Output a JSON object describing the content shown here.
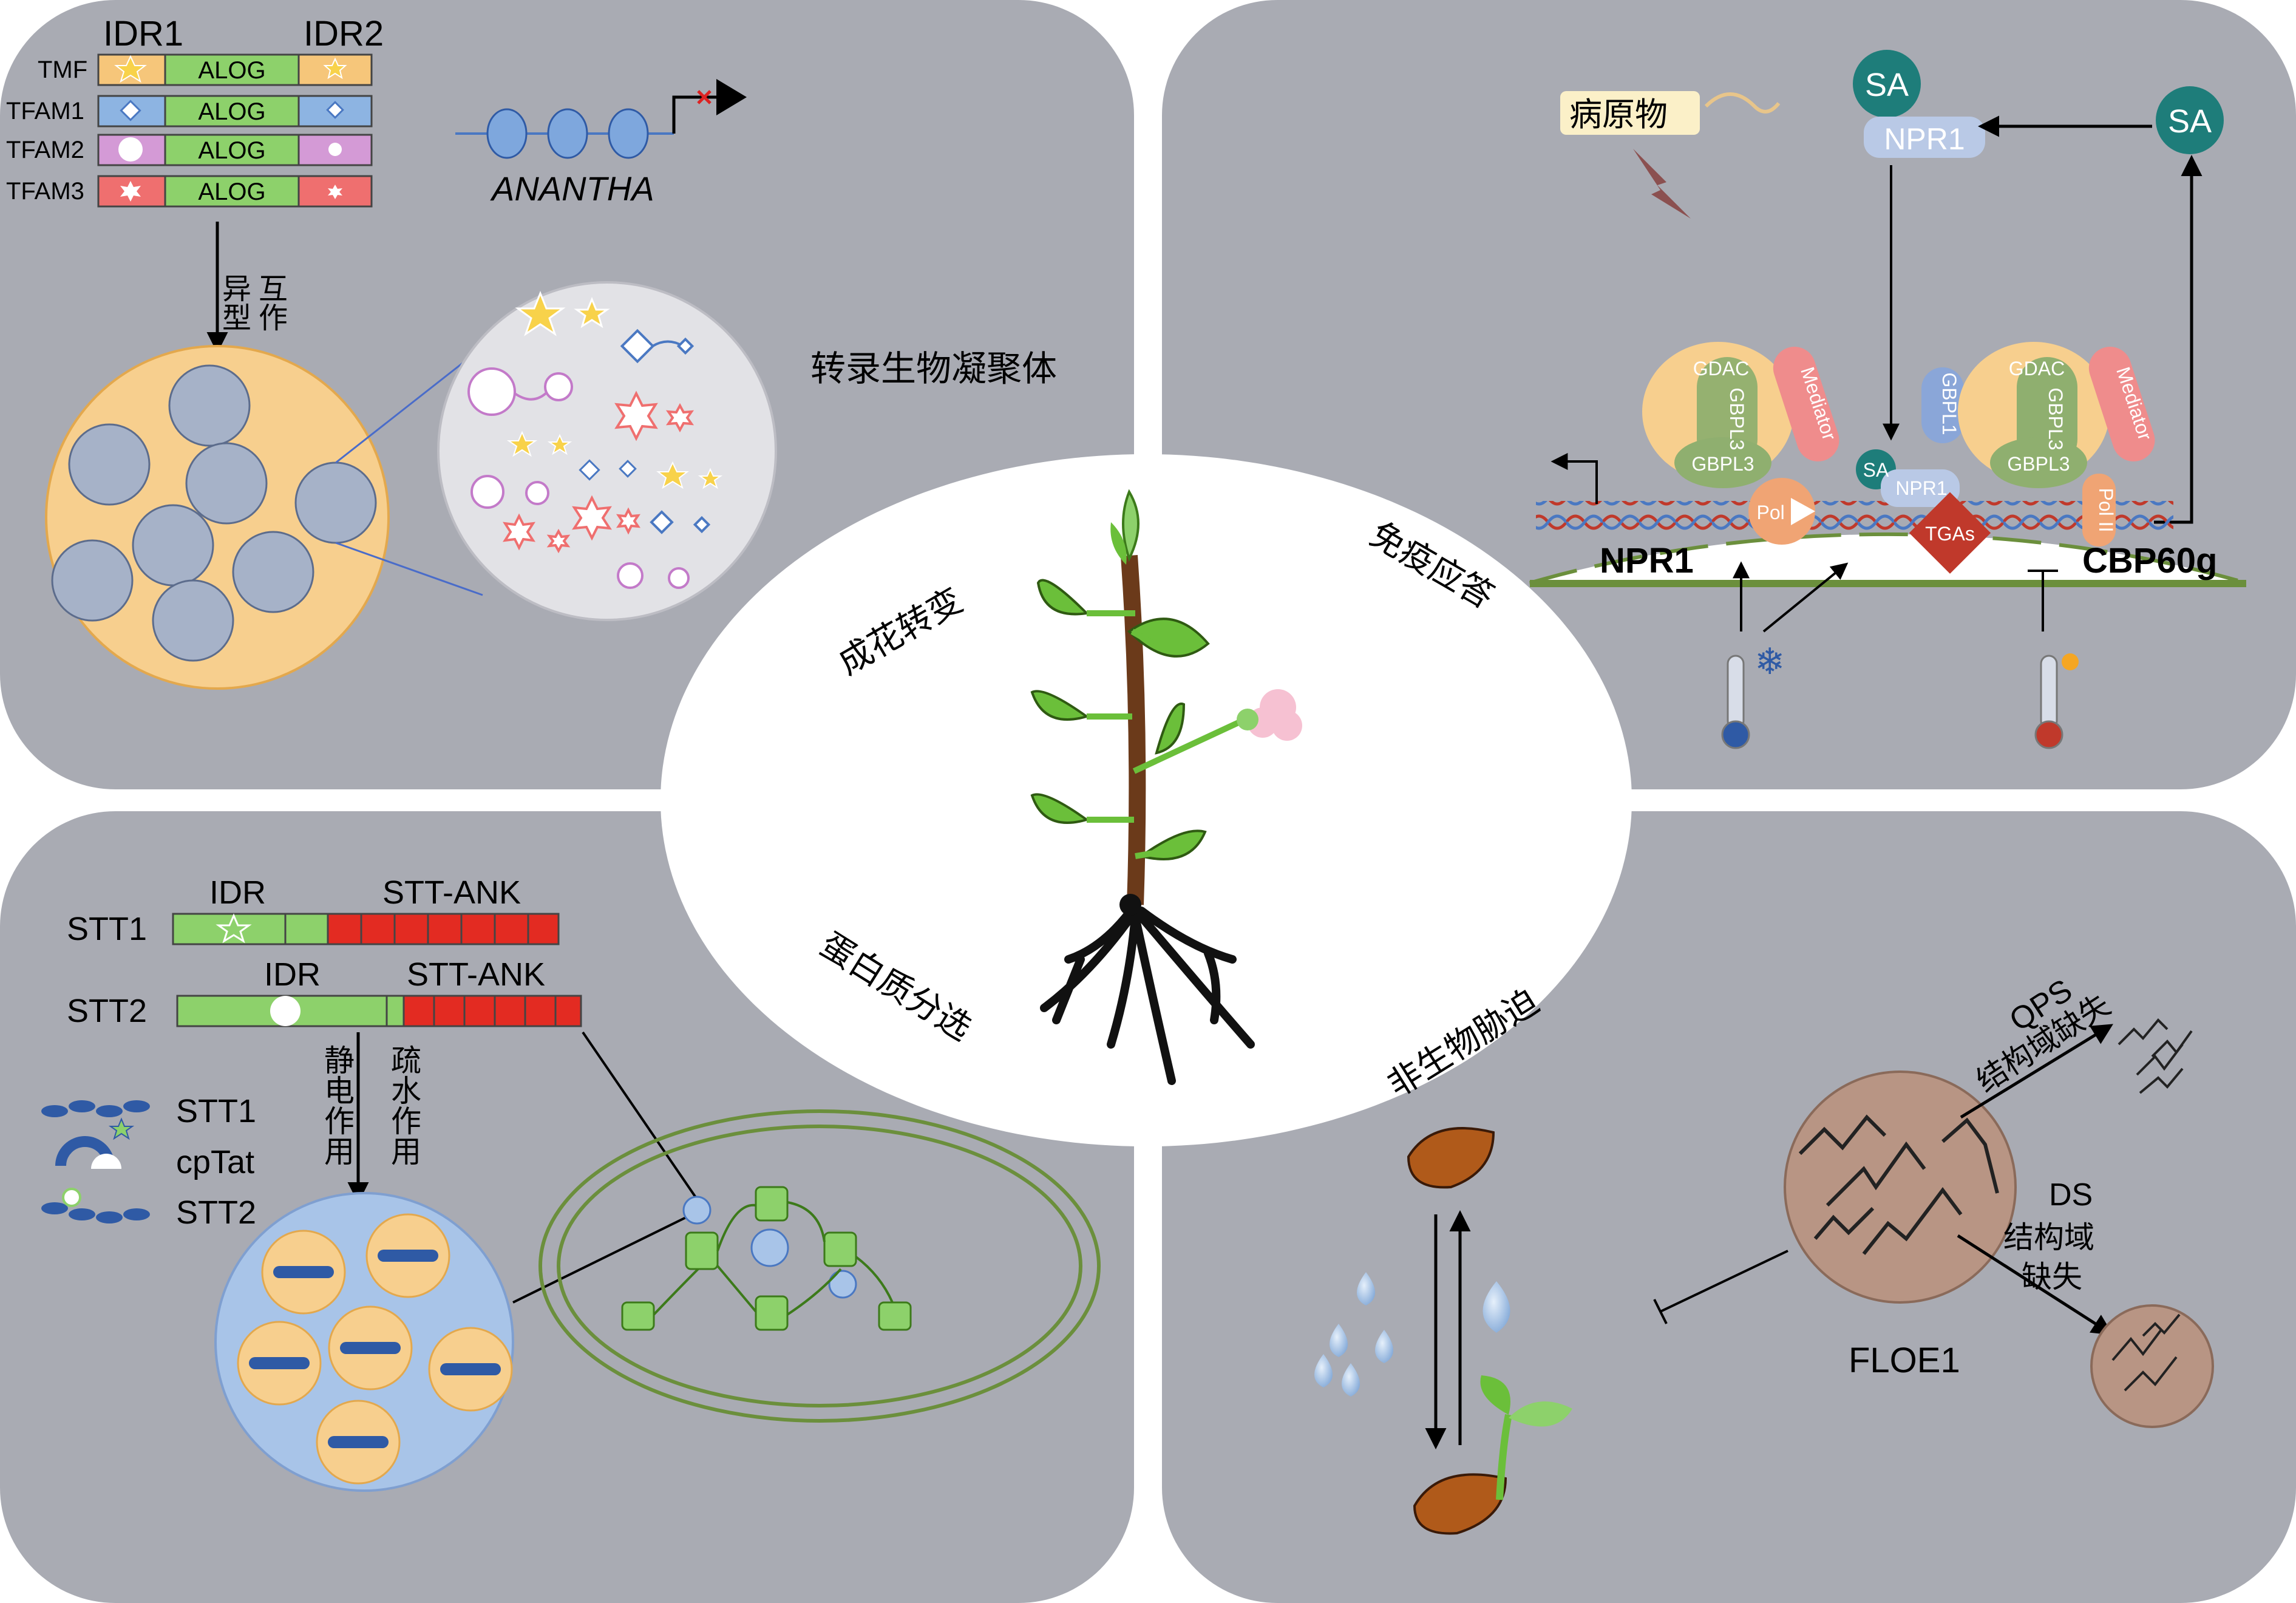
{
  "quadrants": {
    "top_left": {
      "domain_labels": [
        "IDR1",
        "IDR2"
      ],
      "proteins": [
        {
          "name": "TMF",
          "domain": "ALOG"
        },
        {
          "name": "TFAM1",
          "domain": "ALOG"
        },
        {
          "name": "TFAM2",
          "domain": "ALOG"
        },
        {
          "name": "TFAM3",
          "domain": "ALOG"
        }
      ],
      "gene": "ANANTHA",
      "arrow_label_1": "异型",
      "arrow_label_2": "互作",
      "condensate_label": "转录生物凝聚体",
      "colors": {
        "TMF": "#f6c67a",
        "TFAM1": "#8db4e2",
        "TFAM2": "#d49ad6",
        "TFAM3": "#ef6f6f",
        "ALOG": "#8dd16b"
      }
    },
    "top_right": {
      "pathogen": "病原物",
      "sa": "SA",
      "npr1_protein": "NPR1",
      "complex": [
        "GDAC",
        "GBPL3",
        "Mediator",
        "GBPL3",
        "GBPL1",
        "Pol II",
        "SA",
        "NPR1",
        "TGAs"
      ],
      "gene_left": "NPR1",
      "gene_right": "CBP60g"
    },
    "bottom_left": {
      "stt1": {
        "name": "STT1",
        "idr": "IDR",
        "ank": "STT-ANK"
      },
      "stt2": {
        "name": "STT2",
        "idr": "IDR",
        "ank": "STT-ANK"
      },
      "legend": [
        "STT1",
        "cpTat",
        "STT2"
      ],
      "force_1": "静电作用",
      "force_2": "疏水作用"
    },
    "bottom_right": {
      "protein": "FLOE1",
      "qps_label_1": "QPS",
      "qps_label_2": "结构域缺失",
      "ds_label_1": "DS",
      "ds_label_2": "结构域",
      "ds_label_3": "缺失"
    }
  },
  "center": {
    "flowering": "成花转变",
    "immune": "免疫应答",
    "sorting": "蛋白质分选",
    "abiotic": "非生物胁迫"
  }
}
